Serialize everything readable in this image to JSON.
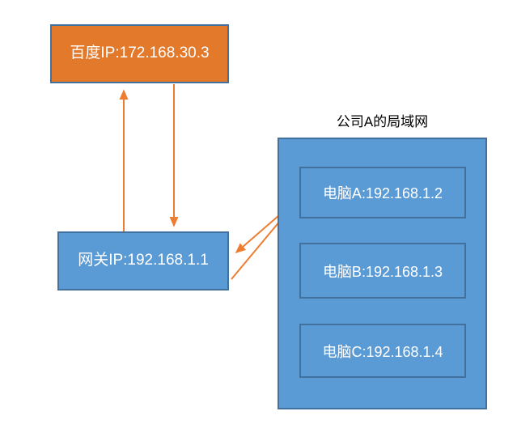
{
  "diagram": {
    "title_text": "公司A的局域网",
    "colors": {
      "orange_fill": "#E2792B",
      "blue_fill": "#5B9BD5",
      "border_blue": "#41719C",
      "arrow_orange": "#ED7D31",
      "text_white": "#FFFFFF",
      "text_black": "#000000",
      "background": "#FFFFFF"
    },
    "nodes": {
      "baidu": {
        "label": "百度IP:172.168.30.3"
      },
      "gateway": {
        "label": "网关IP:192.168.1.1"
      },
      "lan": {
        "label": "公司A的局域网"
      },
      "pc_a": {
        "label": "电脑A:192.168.1.2"
      },
      "pc_b": {
        "label": "电脑B:192.168.1.3"
      },
      "pc_c": {
        "label": "电脑C:192.168.1.4"
      }
    },
    "edges": [
      {
        "name": "gateway-to-baidu-uplink",
        "direction": "up"
      },
      {
        "name": "baidu-to-gateway-downlink",
        "direction": "down"
      },
      {
        "name": "pc-a-to-gateway",
        "direction": "down-left"
      },
      {
        "name": "gateway-to-pc-a",
        "direction": "up-right"
      }
    ]
  }
}
